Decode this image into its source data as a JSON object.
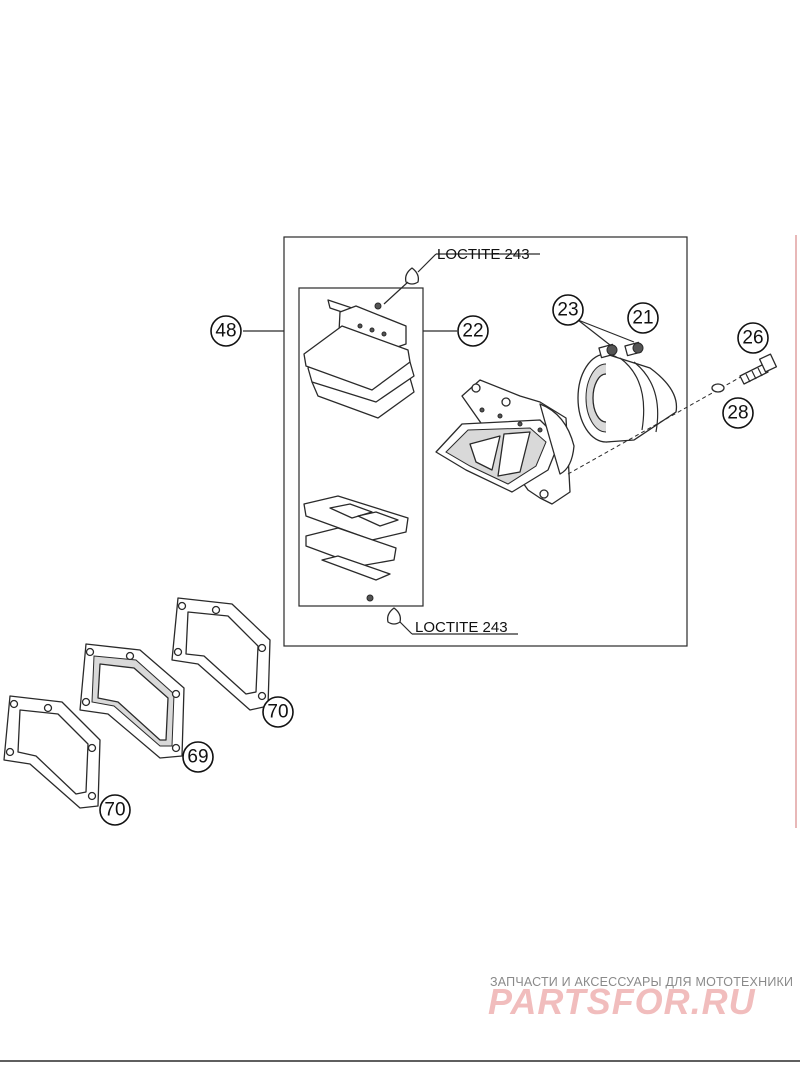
{
  "notes": {
    "loctite_top": "LOCTITE 243",
    "loctite_bottom": "LOCTITE 243"
  },
  "callouts": {
    "c48": "48",
    "c22": "22",
    "c23": "23",
    "c21": "21",
    "c26": "26",
    "c28": "28",
    "c70_right": "70",
    "c69": "69",
    "c70_left": "70"
  },
  "watermark": {
    "tagline": "ЗАПЧАСТИ И АКСЕССУАРЫ ДЛЯ МОТОТЕХНИКИ",
    "brand": "PARTSFOR.RU"
  },
  "colors": {
    "line": "#2a2a2a",
    "watermark_brand": "#f1bdbd",
    "watermark_text": "#8a8a8a"
  }
}
